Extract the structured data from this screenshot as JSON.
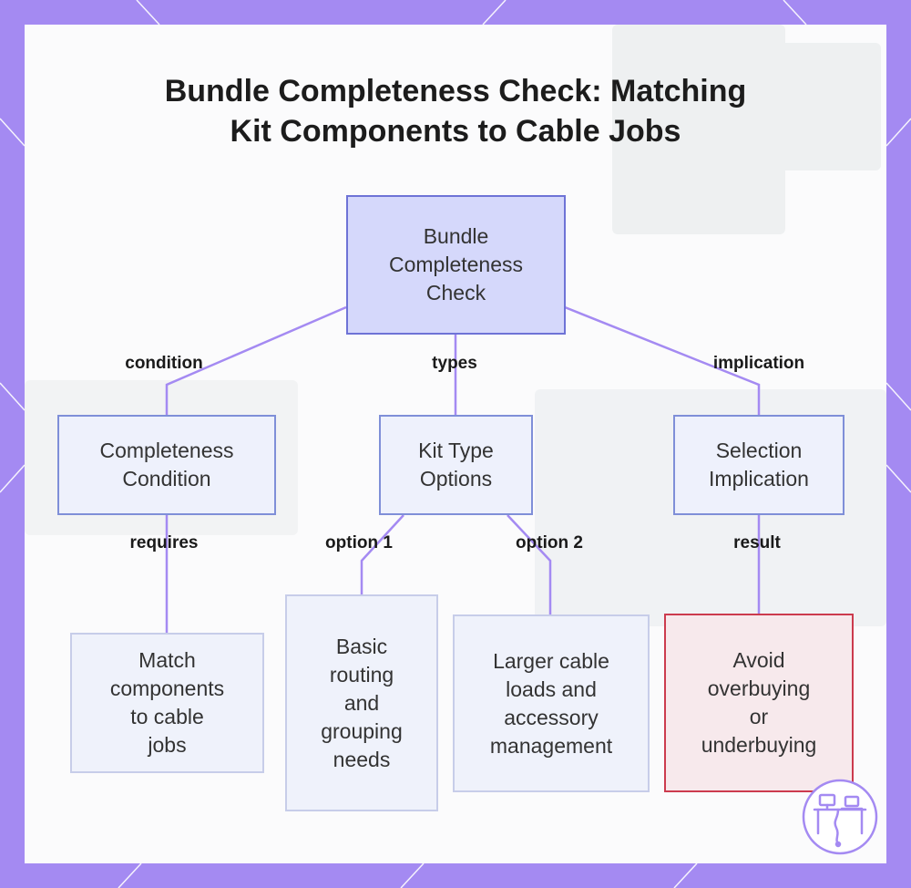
{
  "title": {
    "line1": "Bundle Completeness Check: Matching",
    "line2": "Kit Components to Cable Jobs"
  },
  "nodes": {
    "root": [
      "Bundle",
      "Completeness",
      "Check"
    ],
    "condition": [
      "Completeness",
      "Condition"
    ],
    "kit_types": [
      "Kit Type",
      "Options"
    ],
    "implication": [
      "Selection",
      "Implication"
    ],
    "match": [
      "Match",
      "components",
      "to cable",
      "jobs"
    ],
    "basic": [
      "Basic",
      "routing",
      "and",
      "grouping",
      "needs"
    ],
    "larger": [
      "Larger cable",
      "loads and",
      "accessory",
      "management"
    ],
    "avoid": [
      "Avoid",
      "overbuying",
      "or",
      "underbuying"
    ]
  },
  "edges": {
    "condition": "condition",
    "types": "types",
    "implication": "implication",
    "requires": "requires",
    "option1": "option 1",
    "option2": "option 2",
    "result": "result"
  },
  "colors": {
    "frame": "#a48af2",
    "connector": "#a48af2",
    "root_fill": "#d5d8fb",
    "alert_border": "#cc3b4e"
  },
  "icons": {
    "badge": "workstation-cable-icon"
  }
}
